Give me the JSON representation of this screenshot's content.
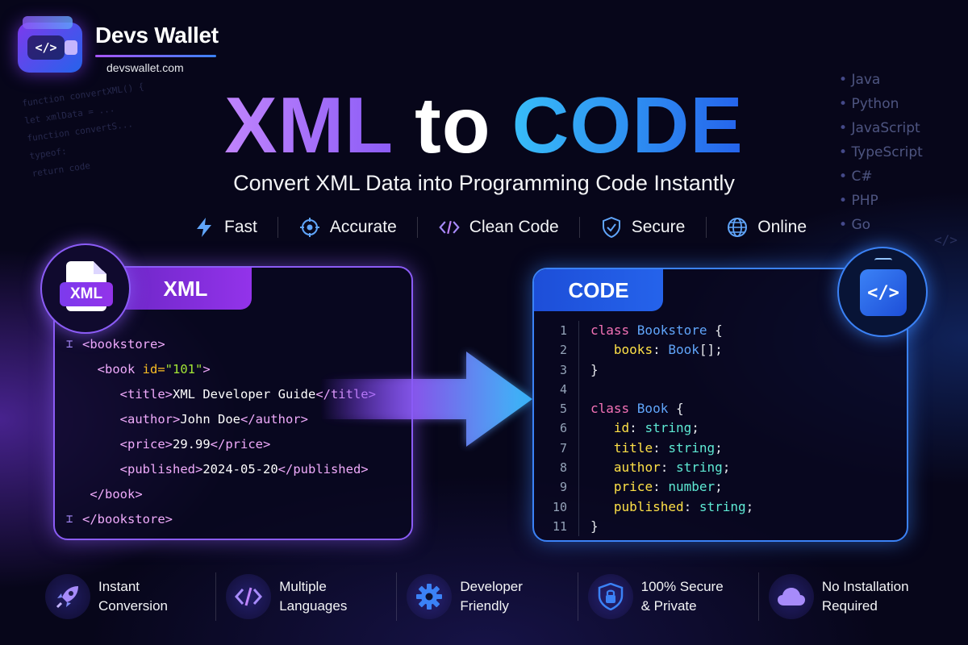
{
  "brand": {
    "wallet_glyph": "</>",
    "name": "Devs Wallet",
    "url": "devswallet.com"
  },
  "ghost_code": [
    "function convertXML() {",
    "  let xmlData = ...",
    "  function convertS...",
    "    typeof:",
    "  return code"
  ],
  "languages": [
    "Java",
    "Python",
    "JavaScript",
    "TypeScript",
    "C#",
    "PHP",
    "Go"
  ],
  "ghost_tag": "</>",
  "title": {
    "part1": "XML",
    "part2": "to",
    "part3": "CODE"
  },
  "subtitle": "Convert XML Data into Programming Code Instantly",
  "features": [
    {
      "icon": "lightning-icon",
      "label": "Fast"
    },
    {
      "icon": "target-icon",
      "label": "Accurate"
    },
    {
      "icon": "code-brackets-icon",
      "label": "Clean Code"
    },
    {
      "icon": "shield-check-icon",
      "label": "Secure"
    },
    {
      "icon": "globe-icon",
      "label": "Online"
    }
  ],
  "xml_panel": {
    "badge_label": "XML",
    "tab_label": "XML",
    "lines": [
      {
        "gutter": "⌶",
        "parts": [
          [
            "tag",
            "<bookstore>"
          ]
        ]
      },
      {
        "gutter": "",
        "parts": [
          [
            "txt",
            "  "
          ],
          [
            "tag",
            "<book "
          ],
          [
            "attr",
            "id="
          ],
          [
            "str",
            "\"101\""
          ],
          [
            "tag",
            ">"
          ]
        ]
      },
      {
        "gutter": "",
        "parts": [
          [
            "txt",
            "     "
          ],
          [
            "tag",
            "<title>"
          ],
          [
            "txt",
            "XML Developer Guide"
          ],
          [
            "tag",
            "</title>"
          ]
        ]
      },
      {
        "gutter": "",
        "parts": [
          [
            "txt",
            "     "
          ],
          [
            "tag",
            "<author>"
          ],
          [
            "txt",
            "John Doe"
          ],
          [
            "tag",
            "</author>"
          ]
        ]
      },
      {
        "gutter": "",
        "parts": [
          [
            "txt",
            "     "
          ],
          [
            "tag",
            "<price>"
          ],
          [
            "txt",
            "29.99"
          ],
          [
            "tag",
            "</price>"
          ]
        ]
      },
      {
        "gutter": "",
        "parts": [
          [
            "txt",
            "     "
          ],
          [
            "tag",
            "<published>"
          ],
          [
            "txt",
            "2024-05-20"
          ],
          [
            "tag",
            "</published>"
          ]
        ]
      },
      {
        "gutter": "",
        "parts": [
          [
            "txt",
            " "
          ],
          [
            "tag",
            "</book>"
          ]
        ]
      },
      {
        "gutter": "⌶",
        "parts": [
          [
            "tag",
            "</bookstore>"
          ]
        ]
      }
    ]
  },
  "code_panel": {
    "badge_glyph": "</>",
    "tab_label": "CODE",
    "lines": [
      {
        "n": "1",
        "parts": [
          [
            "kw",
            "class "
          ],
          [
            "cls",
            "Bookstore"
          ],
          [
            "pun",
            " {"
          ]
        ]
      },
      {
        "n": "2",
        "parts": [
          [
            "pun",
            "   "
          ],
          [
            "prop",
            "books"
          ],
          [
            "pun",
            ": "
          ],
          [
            "cls",
            "Book"
          ],
          [
            "pun",
            "[];"
          ]
        ]
      },
      {
        "n": "3",
        "parts": [
          [
            "pun",
            "}"
          ]
        ]
      },
      {
        "n": "4",
        "parts": []
      },
      {
        "n": "5",
        "parts": [
          [
            "kw",
            "class "
          ],
          [
            "cls",
            "Book"
          ],
          [
            "pun",
            " {"
          ]
        ]
      },
      {
        "n": "6",
        "parts": [
          [
            "pun",
            "   "
          ],
          [
            "prop",
            "id"
          ],
          [
            "pun",
            ": "
          ],
          [
            "typ",
            "string"
          ],
          [
            "pun",
            ";"
          ]
        ]
      },
      {
        "n": "7",
        "parts": [
          [
            "pun",
            "   "
          ],
          [
            "prop",
            "title"
          ],
          [
            "pun",
            ": "
          ],
          [
            "typ",
            "string"
          ],
          [
            "pun",
            ";"
          ]
        ]
      },
      {
        "n": "8",
        "parts": [
          [
            "pun",
            "   "
          ],
          [
            "prop",
            "author"
          ],
          [
            "pun",
            ": "
          ],
          [
            "typ",
            "string"
          ],
          [
            "pun",
            ";"
          ]
        ]
      },
      {
        "n": "9",
        "parts": [
          [
            "pun",
            "   "
          ],
          [
            "prop",
            "price"
          ],
          [
            "pun",
            ": "
          ],
          [
            "typ",
            "number"
          ],
          [
            "pun",
            ";"
          ]
        ]
      },
      {
        "n": "10",
        "parts": [
          [
            "pun",
            "   "
          ],
          [
            "prop",
            "published"
          ],
          [
            "pun",
            ": "
          ],
          [
            "typ",
            "string"
          ],
          [
            "pun",
            ";"
          ]
        ]
      },
      {
        "n": "11",
        "parts": [
          [
            "pun",
            "}"
          ]
        ]
      }
    ]
  },
  "bottom": [
    {
      "icon": "rocket-icon",
      "line1": "Instant",
      "line2": "Conversion"
    },
    {
      "icon": "code-brackets-icon",
      "line1": "Multiple",
      "line2": "Languages"
    },
    {
      "icon": "gear-icon",
      "line1": "Developer",
      "line2": "Friendly"
    },
    {
      "icon": "lock-shield-icon",
      "line1": "100% Secure",
      "line2": "& Private"
    },
    {
      "icon": "cloud-icon",
      "line1": "No Installation",
      "line2": "Required"
    }
  ],
  "colors": {
    "background": "#07061a",
    "xml_accent": "#8b5cf6",
    "code_accent": "#3b82f6",
    "tag": "#f0abfc",
    "keyword": "#f472b6",
    "class_name": "#60a5fa",
    "property": "#fde047",
    "type": "#5eead4"
  }
}
